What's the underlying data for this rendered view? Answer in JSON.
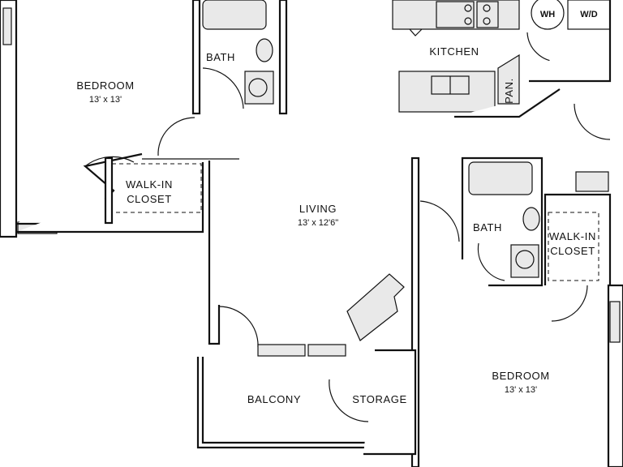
{
  "rooms": {
    "bedroom_1": {
      "name": "BEDROOM",
      "size": "13' x 13'"
    },
    "bath_1": {
      "name": "BATH"
    },
    "walkin_1": {
      "line1": "WALK-IN",
      "line2": "CLOSET"
    },
    "kitchen": {
      "name": "KITCHEN"
    },
    "pantry": {
      "name": "PAN."
    },
    "living": {
      "name": "LIVING",
      "size": "13' x 12'6\""
    },
    "bath_2": {
      "name": "BATH"
    },
    "walkin_2": {
      "line1": "WALK-IN",
      "line2": "CLOSET"
    },
    "balcony": {
      "name": "BALCONY"
    },
    "storage": {
      "name": "STORAGE"
    },
    "bedroom_2": {
      "name": "BEDROOM",
      "size": "13' x 13'"
    }
  },
  "appliances": {
    "water_heater": "WH",
    "washer_dryer": "W/D"
  }
}
